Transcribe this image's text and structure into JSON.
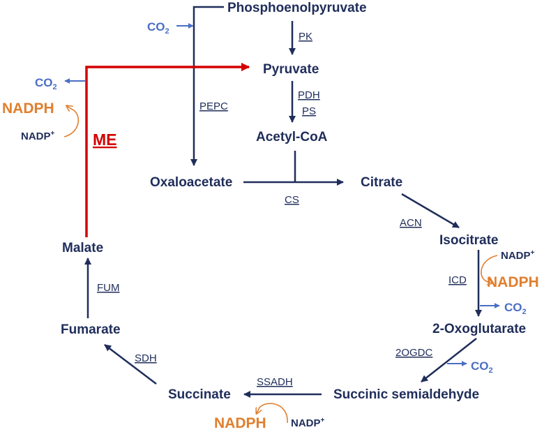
{
  "metabolites": {
    "pep": "Phosphoenolpyruvate",
    "pyruvate": "Pyruvate",
    "acetylcoa": "Acetyl-CoA",
    "oxaloacetate": "Oxaloacetate",
    "citrate": "Citrate",
    "isocitrate": "Isocitrate",
    "oxoglutarate": "2-Oxoglutarate",
    "ssa": "Succinic semialdehyde",
    "succinate": "Succinate",
    "fumarate": "Fumarate",
    "malate": "Malate"
  },
  "enzymes": {
    "pk": "PK",
    "pdh": "PDH",
    "ps": "PS",
    "pepc": "PEPC",
    "cs": "CS",
    "acn": "ACN",
    "icd": "ICD",
    "ogdc": "2OGDC",
    "ssadh": "SSADH",
    "sdh": "SDH",
    "fum": "FUM",
    "me": "ME"
  },
  "cofactors": {
    "co2_main": "CO",
    "co2_sub": "2",
    "nadph": "NADPH",
    "nadp_main": "NADP",
    "nadp_sup": "+"
  },
  "colors": {
    "pathway": "#1f2d5a",
    "malic_enzyme": "#d40000",
    "co2": "#4a6fc4",
    "nadph": "#e07f2e"
  }
}
